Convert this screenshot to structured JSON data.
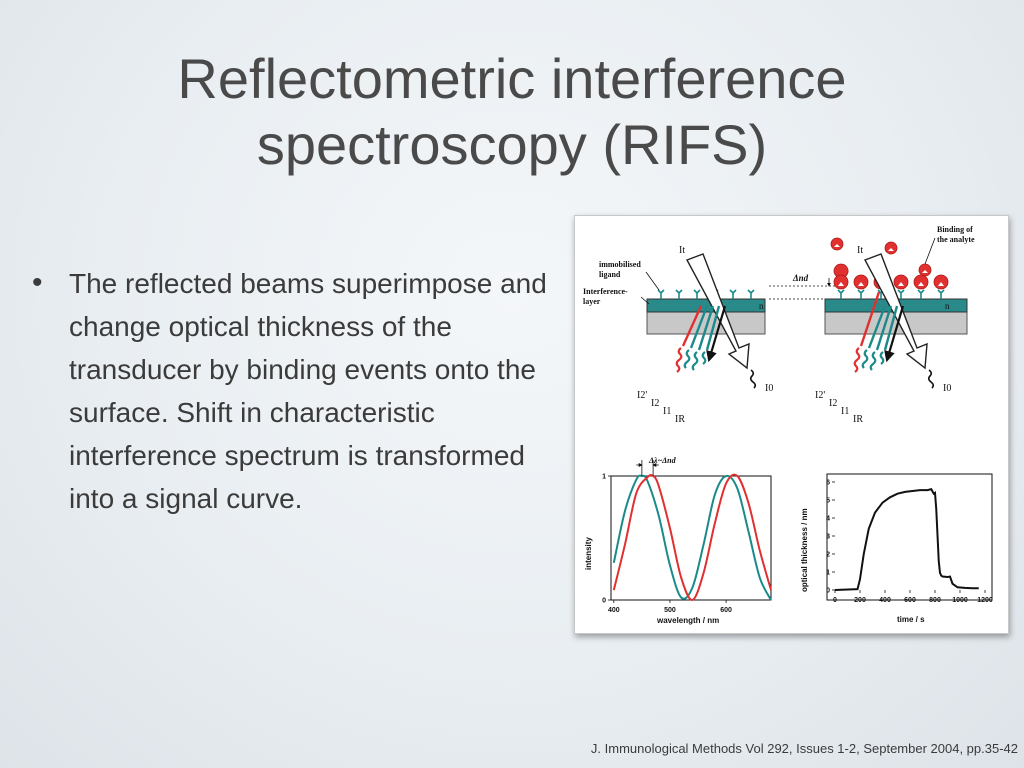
{
  "slide": {
    "title_line1": "Reflectometric interference",
    "title_line2": "spectroscopy (RIFS)",
    "bullet": "The reflected beams superimpose and change optical thickness of the transducer by binding events onto the surface.  Shift in characteristic interference spectrum is transformed into a signal curve.",
    "citation": "J. Immunological Methods Vol 292, Issues 1-2, September 2004, pp.35-42"
  },
  "figure": {
    "labels": {
      "immobilised": "immobilised",
      "ligand": "ligand",
      "interference": "Interference-",
      "layer": "layer",
      "binding1": "Binding of",
      "binding2": "the analyte",
      "delta_nd": "Δnd",
      "n": "n",
      "I_t": "It",
      "I_0": "I0",
      "I_2p": "I2'",
      "I_2": "I2",
      "I_1": "I1",
      "I_R": "IR",
      "spectral_shift": "Δλ~Δnd"
    },
    "colors": {
      "teal": "#1a8a8a",
      "red": "#e03030",
      "layer": "#2a8a8a",
      "substrate": "#c8c8c8"
    }
  },
  "chart_data": [
    {
      "type": "line",
      "title": "",
      "xlabel": "wavelength / nm",
      "ylabel": "intensity",
      "xlim": [
        395,
        680
      ],
      "ylim": [
        0,
        1
      ],
      "xticks": [
        400,
        500,
        600
      ],
      "yticks": [
        0,
        1
      ],
      "annotation": "Δλ~Δnd",
      "series": [
        {
          "x": [
            400,
            420,
            440,
            450,
            460,
            480,
            500,
            520,
            540,
            560,
            580,
            600,
            620,
            640,
            660,
            680
          ],
          "y": [
            0.3,
            0.72,
            0.97,
            1.0,
            0.96,
            0.68,
            0.28,
            0.02,
            0.1,
            0.45,
            0.85,
            1.0,
            0.9,
            0.55,
            0.18,
            0.0
          ]
        },
        {
          "x": [
            400,
            420,
            440,
            460,
            470,
            480,
            500,
            520,
            540,
            560,
            580,
            600,
            620,
            640,
            660,
            680
          ],
          "y": [
            0.08,
            0.45,
            0.86,
            0.99,
            1.0,
            0.92,
            0.58,
            0.18,
            0.0,
            0.22,
            0.62,
            0.94,
            1.0,
            0.78,
            0.4,
            0.08
          ]
        }
      ]
    },
    {
      "type": "line",
      "title": "",
      "xlabel": "time / s",
      "ylabel": "optical thickness / nm",
      "xlim": [
        0,
        1200
      ],
      "ylim": [
        0,
        6
      ],
      "xticks": [
        0,
        200,
        400,
        600,
        800,
        1000,
        1200
      ],
      "yticks": [
        0,
        1,
        2,
        3,
        4,
        5,
        6
      ],
      "series": [
        {
          "x": [
            0,
            180,
            200,
            230,
            270,
            320,
            380,
            440,
            500,
            560,
            620,
            680,
            740,
            770,
            790,
            800,
            810,
            830,
            840,
            850,
            860,
            900,
            920,
            940,
            980,
            1040,
            1100,
            1150
          ],
          "y": [
            0,
            0.05,
            0.6,
            2.0,
            3.4,
            4.3,
            4.85,
            5.15,
            5.35,
            5.45,
            5.5,
            5.55,
            5.55,
            5.6,
            5.35,
            5.4,
            4.5,
            1.6,
            0.95,
            0.8,
            0.75,
            0.72,
            0.75,
            0.35,
            0.15,
            0.12,
            0.1,
            0.1
          ]
        }
      ]
    }
  ]
}
